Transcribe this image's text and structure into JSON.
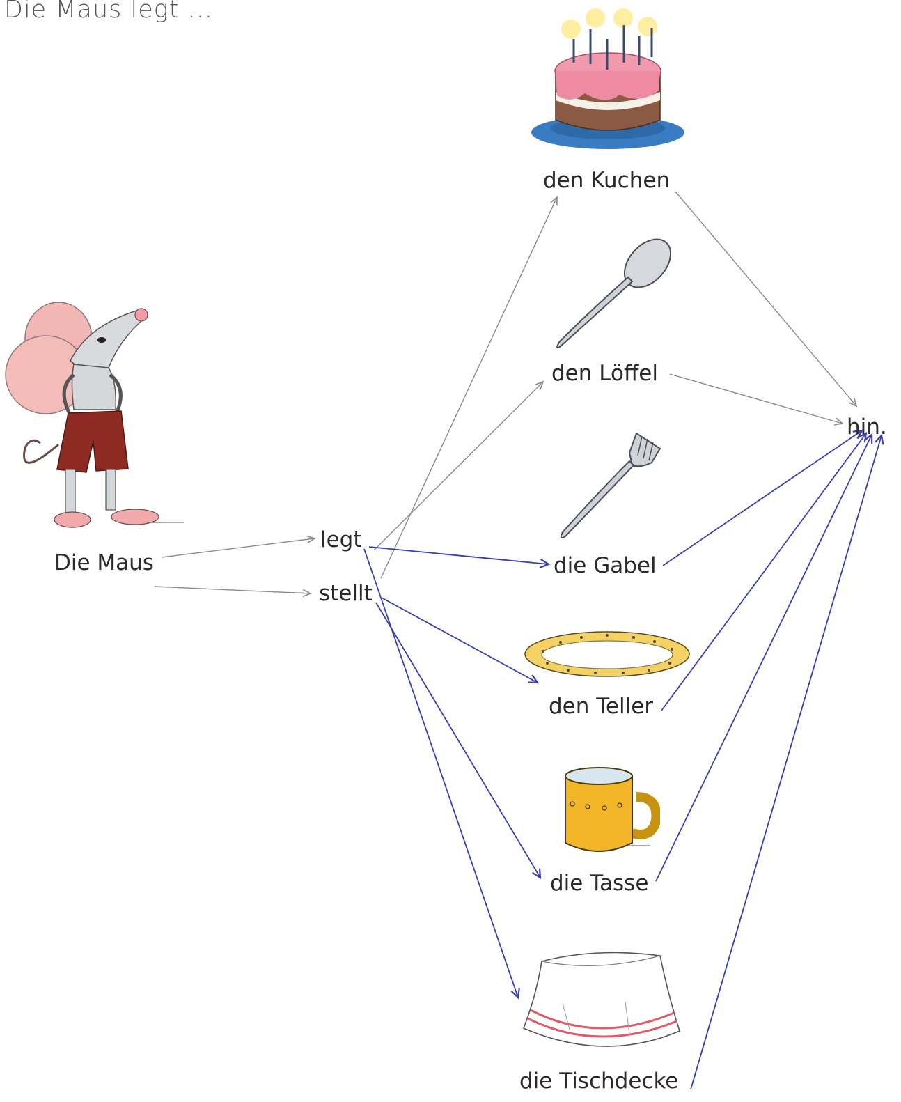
{
  "heading": "Die Maus legt ...",
  "words": {
    "subject": "Die Maus",
    "verb_legt": "legt",
    "verb_stellt": "stellt",
    "kuchen": "den Kuchen",
    "loeffel": "den Löffel",
    "gabel": "die Gabel",
    "teller": "den Teller",
    "tasse": "die Tasse",
    "tischdecke": "die Tischdecke",
    "end": "hin."
  },
  "colors": {
    "printed_arrows": "#8a8a8a",
    "drawn_arrows": "#3a3fb0",
    "text": "#2a2a2a"
  },
  "pictures": [
    "mouse",
    "birthday-cake",
    "spoon",
    "fork",
    "plate",
    "mug",
    "tablecloth"
  ]
}
